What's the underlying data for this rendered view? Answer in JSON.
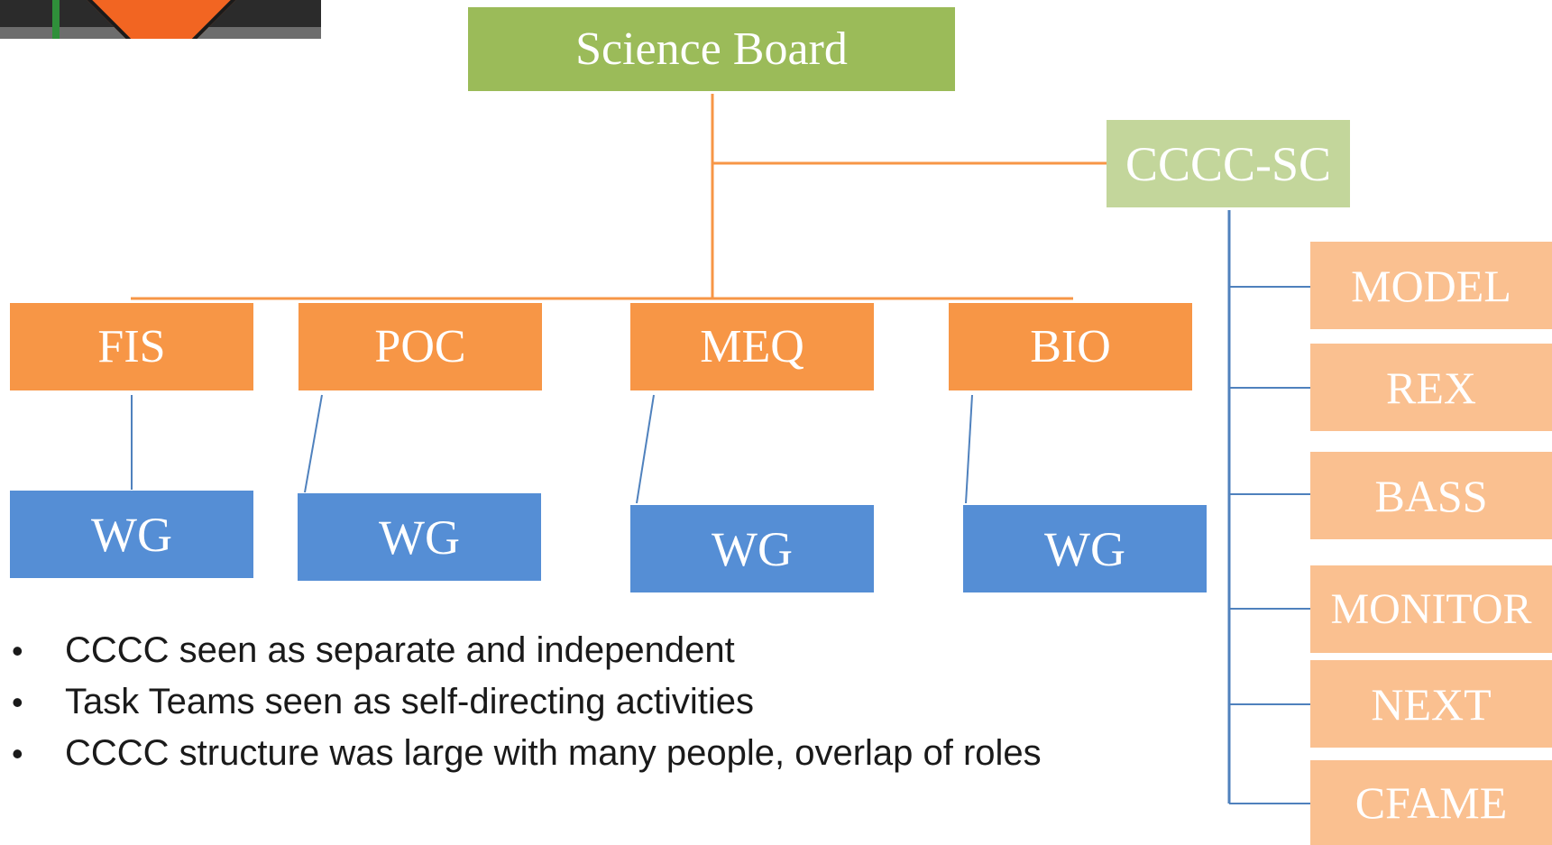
{
  "photo": {
    "icon": "road-work-sign-icon"
  },
  "board": {
    "label": "Science Board"
  },
  "steering": {
    "label": "CCCC-SC"
  },
  "programmes": [
    {
      "label": "FIS",
      "wg": "WG"
    },
    {
      "label": "POC",
      "wg": "WG"
    },
    {
      "label": "MEQ",
      "wg": "WG"
    },
    {
      "label": "BIO",
      "wg": "WG"
    }
  ],
  "task_teams": [
    {
      "label": "MODEL"
    },
    {
      "label": "REX"
    },
    {
      "label": "BASS"
    },
    {
      "label": "MONITOR"
    },
    {
      "label": "NEXT"
    },
    {
      "label": "CFAME"
    }
  ],
  "bullets": [
    "CCCC seen as separate and independent",
    "Task Teams seen as self-directing activities",
    "CCCC structure was large with many people, overlap of roles"
  ],
  "colors": {
    "board": "#9bbb59",
    "steering": "#c3d69b",
    "programme": "#f79646",
    "task_team": "#fac090",
    "working_group": "#558ed5",
    "orange_connector": "#f79646",
    "blue_connector": "#4f81bd"
  }
}
